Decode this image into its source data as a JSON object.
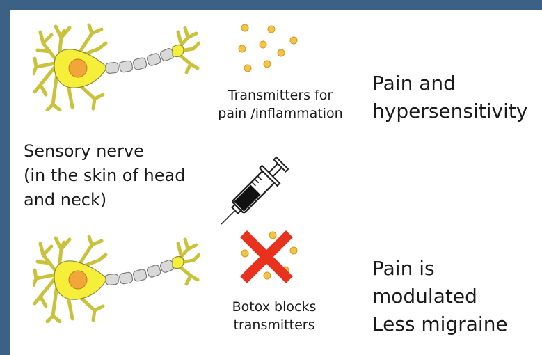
{
  "labels": {
    "transmitters_line1": "Transmitters for",
    "transmitters_line2": "pain /inflammation",
    "pain_top_line1": "Pain and",
    "pain_top_line2": "hypersensitivity",
    "sensory_line1": "Sensory nerve",
    "sensory_line2": "(in the skin of head",
    "sensory_line3": "and neck)",
    "botox_line1": "Botox blocks",
    "botox_line2": "transmitters",
    "pain_bottom_line1": "Pain is",
    "pain_bottom_line2": "modulated",
    "pain_bottom_line3": "Less migraine"
  },
  "colors": {
    "frame": "#3b6284",
    "neuron_yellow": "#f6ef3a",
    "neuron_outline": "#8a8a3a",
    "nucleus": "#f2a63a",
    "axon_gray": "#d9d9d9",
    "dot": "#f5c242",
    "cross_red": "#e8321e"
  },
  "icons": {
    "neuron": "neuron-icon",
    "syringe": "syringe-icon",
    "cross": "x-cross-icon"
  }
}
